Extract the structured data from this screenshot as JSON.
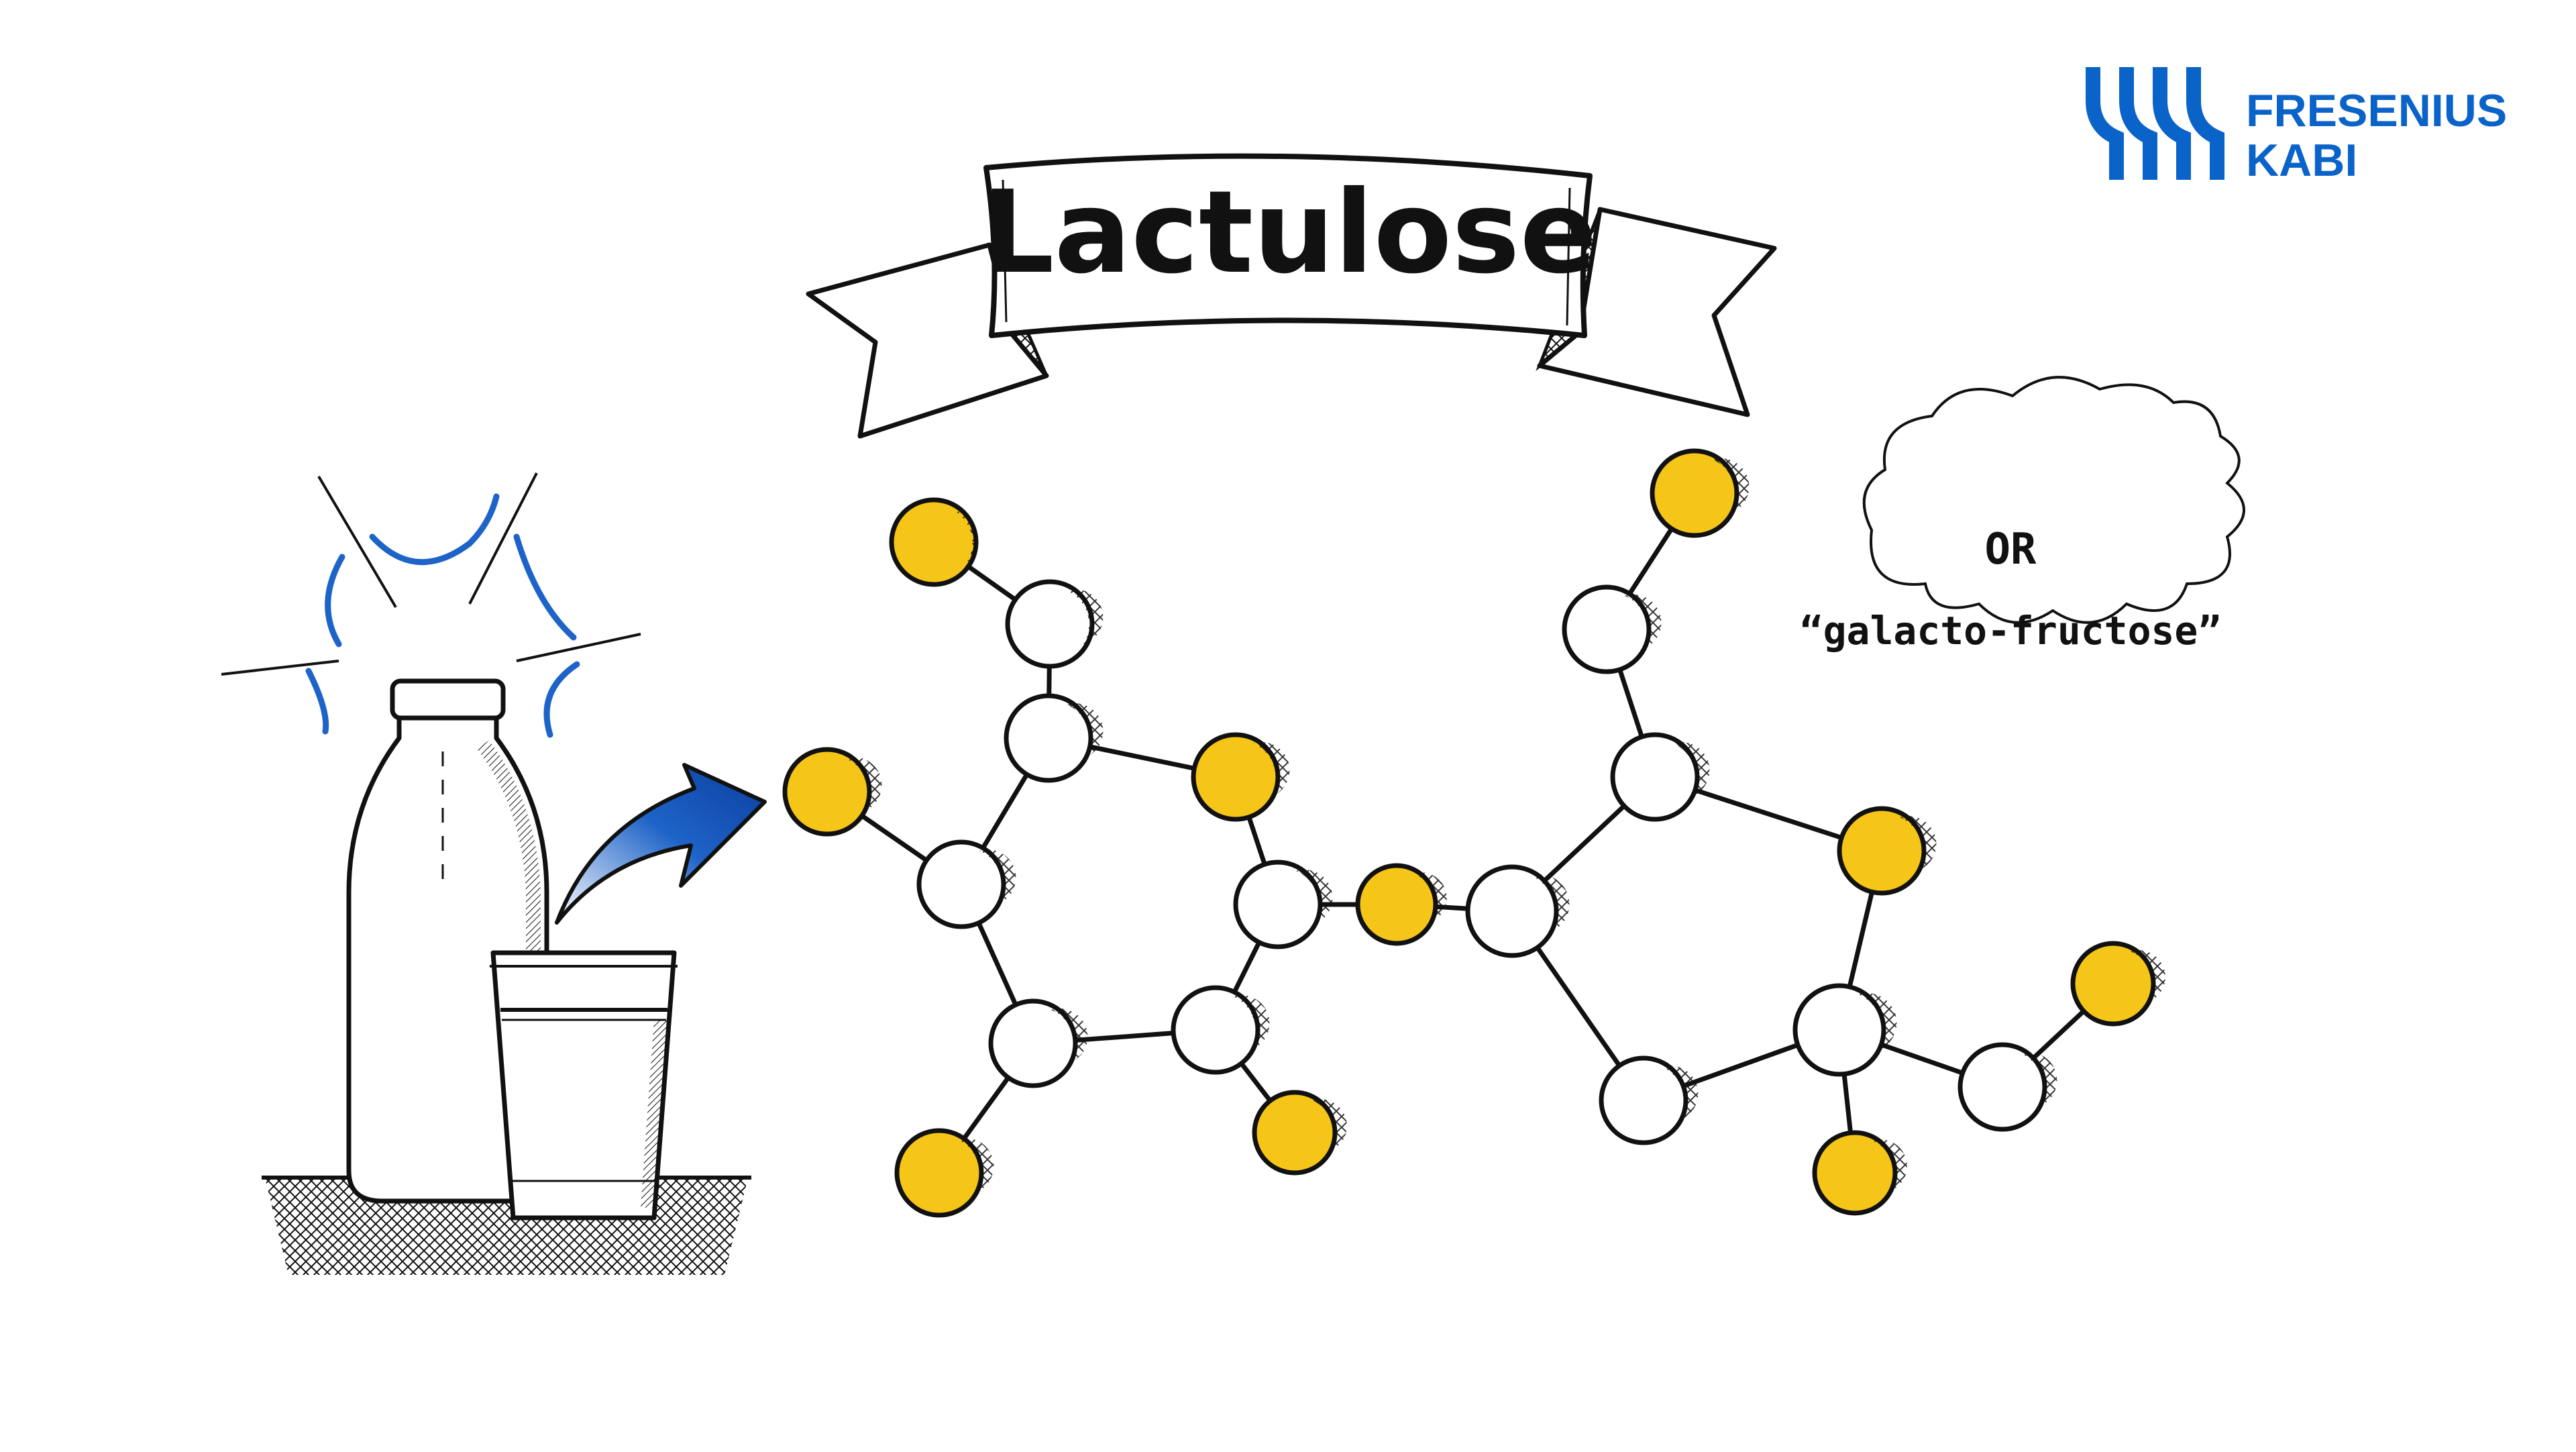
{
  "banner": {
    "title": "Lactulose"
  },
  "cloud": {
    "line1": "OR",
    "line2": "“galacto-fructose”"
  },
  "logo": {
    "line1": "FRESENIUS",
    "line2": "KABI",
    "icon": "fresenius-wave-icon"
  },
  "colors": {
    "yellow_atom": "#F5C518",
    "white_atom": "#FFFFFF",
    "ink": "#111111",
    "brand_blue": "#0A63C9",
    "accent_blue": "#1E63C8"
  },
  "illustration": {
    "items": [
      "milk-bottle",
      "milk-glass",
      "arrow",
      "spark-lines",
      "ground-hatch"
    ]
  }
}
